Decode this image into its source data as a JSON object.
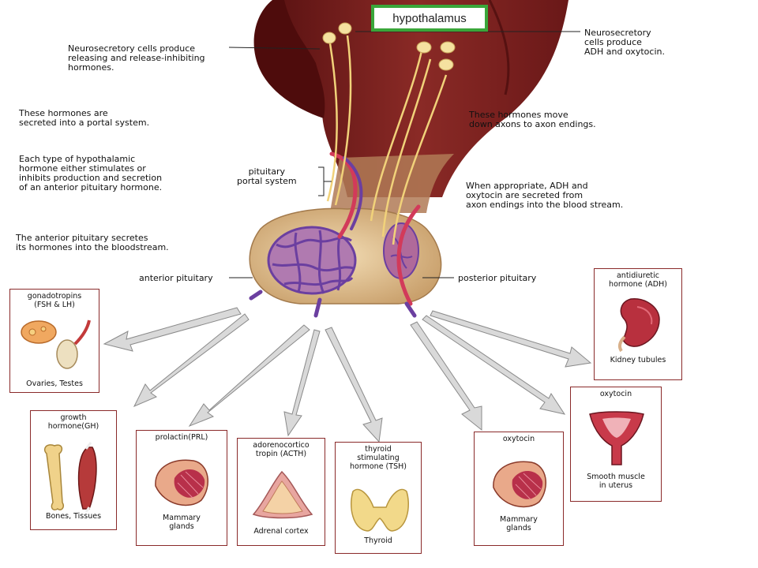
{
  "title": "hypothalamus",
  "notes": {
    "neurosecretory_releasing": "Neurosecretory cells produce\nreleasing and release-inhibiting\nhormones.",
    "neurosecretory_adh": "Neurosecretory\ncells produce\nADH and oxytocin.",
    "portal_secretion": "These hormones are\nsecreted into a portal system.",
    "hypothalamic_types": "Each type of hypothalamic\nhormone either stimulates or\ninhibits production and secretion\nof an anterior pituitary hormone.",
    "axon_move": "These hormones move\ndown axons to axon endings.",
    "adh_secretion": "When appropriate, ADH and\noxytocin are secreted from\naxon endings into the blood stream.",
    "anterior_secretes": "The anterior pituitary secretes\nits hormones into the bloodstream."
  },
  "labels": {
    "portal_system": "pituitary\nportal system",
    "anterior_pituitary": "anterior pituitary",
    "posterior_pituitary": "posterior pituitary"
  },
  "targets": [
    {
      "id": "gonadotropins",
      "title": "gonadotropins\n(FSH & LH)",
      "caption": "Ovaries, Testes",
      "icon": "ovary-testis-icon"
    },
    {
      "id": "gh",
      "title": "growth\nhormone(GH)",
      "caption": "Bones, Tissues",
      "icon": "bone-muscle-icon"
    },
    {
      "id": "prl",
      "title": "prolactin(PRL)",
      "caption": "Mammary\nglands",
      "icon": "mammary-gland-icon"
    },
    {
      "id": "acth",
      "title": "adorenocortico\ntropin (ACTH)",
      "caption": "Adrenal cortex",
      "icon": "adrenal-gland-icon"
    },
    {
      "id": "tsh",
      "title": "thyroid\nstimulating\nhormone (TSH)",
      "caption": "Thyroid",
      "icon": "thyroid-gland-icon"
    },
    {
      "id": "oxy_mammary",
      "title": "oxytocin",
      "caption": "Mammary\nglands",
      "icon": "mammary-gland-icon"
    },
    {
      "id": "oxy_uterus",
      "title": "oxytocin",
      "caption": "Smooth muscle\nin uterus",
      "icon": "uterus-icon"
    },
    {
      "id": "adh",
      "title": "antidiuretic\nhormone (ADH)",
      "caption": "Kidney tubules",
      "icon": "kidney-icon"
    }
  ],
  "colors": {
    "brain": "#7a1e1e",
    "brain_dark": "#4e0c0c",
    "pituitary": "#e6c79a",
    "vessel": "#6b3fa0",
    "vessel_red": "#d23a5a",
    "axon": "#f1d27a",
    "arrow": "#d9d9d9",
    "card_border": "#8a2a2a",
    "title_border": "#3aa63a"
  }
}
